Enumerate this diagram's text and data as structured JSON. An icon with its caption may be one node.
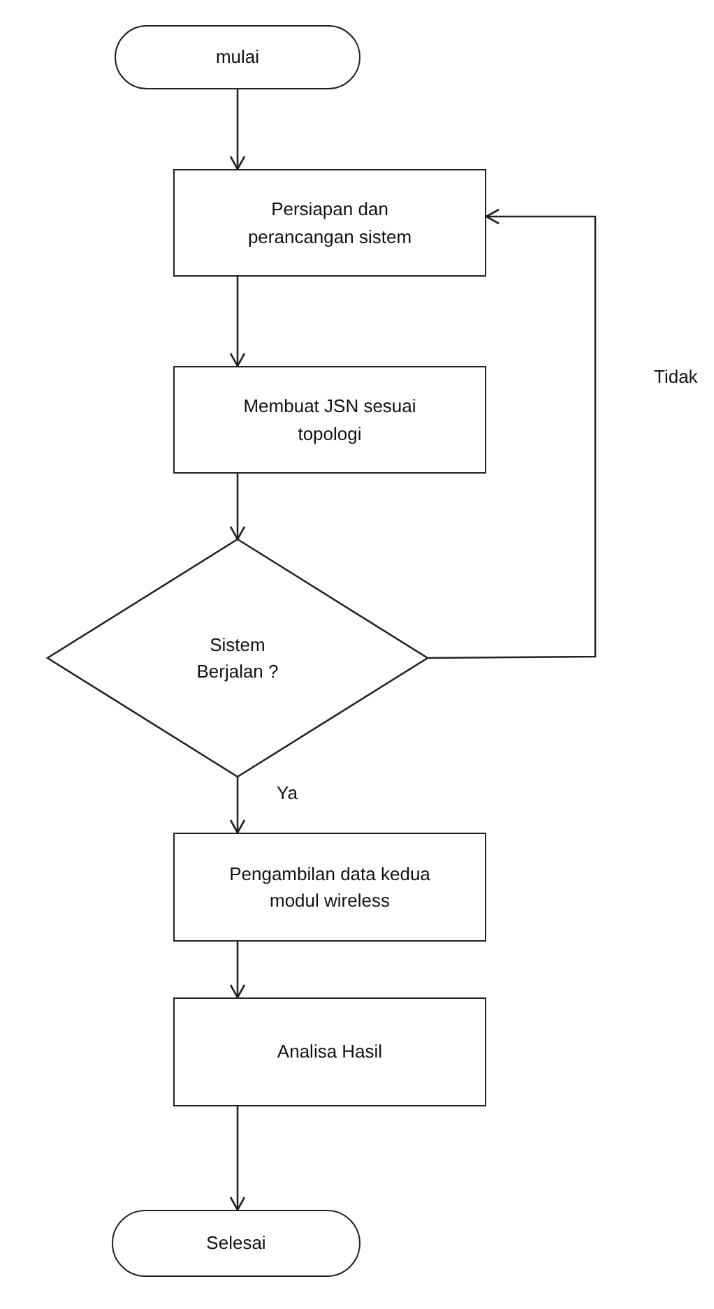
{
  "diagram": {
    "nodes": [
      {
        "text": [
          "mulai"
        ]
      },
      {
        "text": [
          "Persiapan dan perancangan sistem"
        ]
      },
      {
        "text": [
          "Membuat JSN sesuai topologi"
        ]
      },
      {
        "text": [
          "Sistem Berjalan ?"
        ]
      },
      {
        "text": [
          "Pengambilan data kedua modul wireless"
        ]
      },
      {
        "text": [
          "Analisa Hasil"
        ]
      },
      {
        "text": [
          "Selesai"
        ]
      }
    ],
    "edges": [
      {
        "from": 0,
        "to": 1,
        "arrow": "to"
      },
      {
        "from": 1,
        "to": 2,
        "arrow": "to"
      },
      {
        "from": 2,
        "to": 3,
        "arrow": "to"
      },
      {
        "from": 3,
        "to": 4,
        "arrow": "to",
        "label": "Ya"
      },
      {
        "from": 3,
        "to": 1,
        "arrow": "to",
        "label": "Tidak"
      },
      {
        "from": 4,
        "to": 5,
        "arrow": "to"
      },
      {
        "from": 5,
        "to": 6,
        "arrow": "to"
      }
    ]
  }
}
